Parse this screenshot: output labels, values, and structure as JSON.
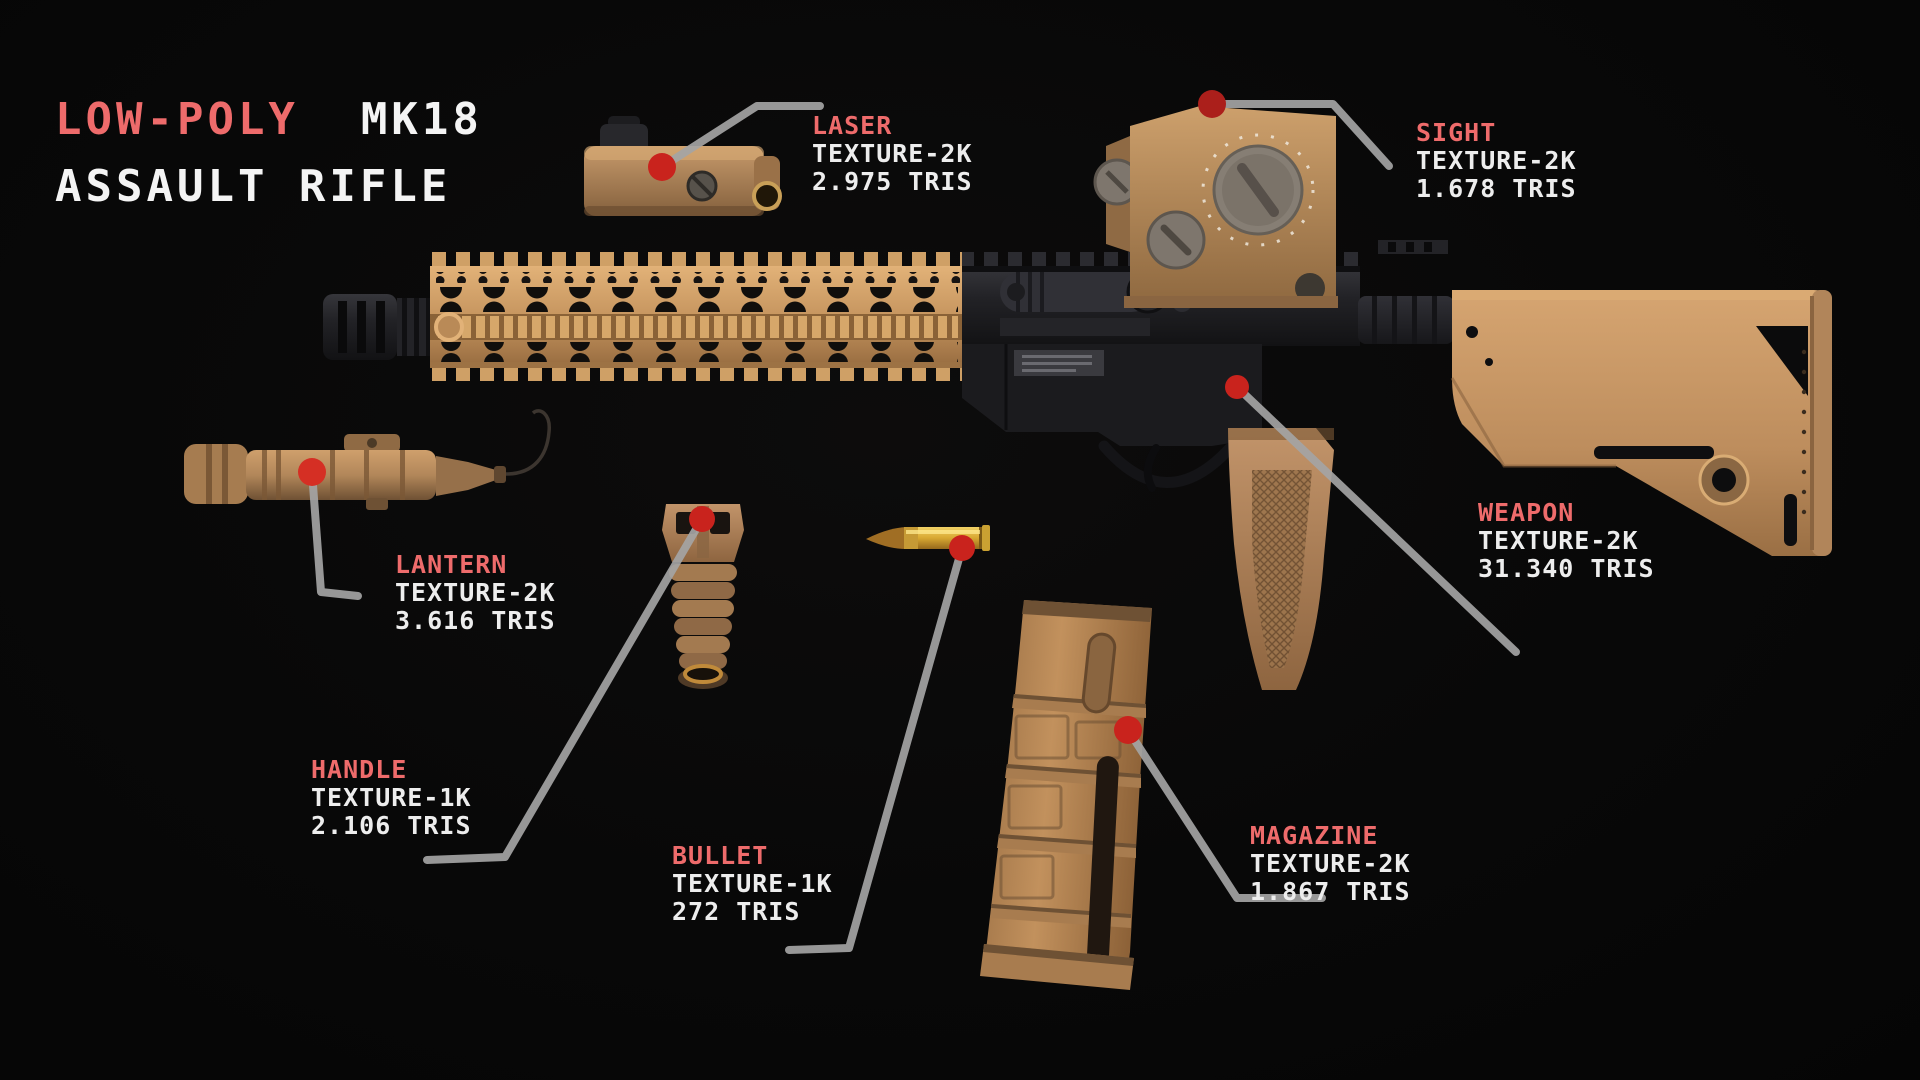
{
  "title": {
    "accent": "LOW-POLY",
    "model": "MK18",
    "line2": "ASSAULT RIFLE"
  },
  "labels": [
    {
      "id": "laser",
      "name": "LASER",
      "texture": "TEXTURE-2K",
      "tris": "2.975 TRIS"
    },
    {
      "id": "sight",
      "name": "SIGHT",
      "texture": "TEXTURE-2K",
      "tris": "1.678 TRIS"
    },
    {
      "id": "weapon",
      "name": "WEAPON",
      "texture": "TEXTURE-2K",
      "tris": "31.340 TRIS"
    },
    {
      "id": "lantern",
      "name": "LANTERN",
      "texture": "TEXTURE-2K",
      "tris": "3.616 TRIS"
    },
    {
      "id": "handle",
      "name": "HANDLE",
      "texture": "TEXTURE-1K",
      "tris": "2.106 TRIS"
    },
    {
      "id": "bullet",
      "name": "BULLET",
      "texture": "TEXTURE-1K",
      "tris": "272 TRIS"
    },
    {
      "id": "magazine",
      "name": "MAGAZINE",
      "texture": "TEXTURE-2K",
      "tris": "1.867 TRIS"
    }
  ],
  "colors": {
    "background": "#09090a",
    "accent_text": "#ee6b6b",
    "body_text": "#ededed",
    "marker_dot": "#c9231d",
    "callout_line": "#a4a4a4",
    "model_tan": "#c59a6c",
    "model_black": "#1b1b1e",
    "bullet_brass": "#d8ab3a"
  }
}
